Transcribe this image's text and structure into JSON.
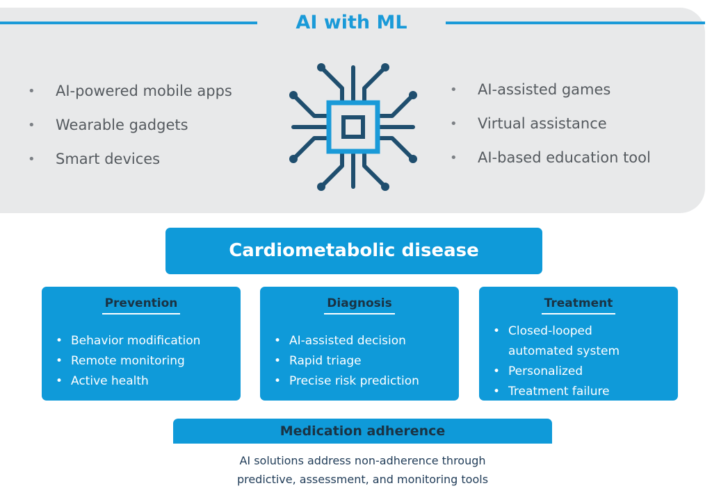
{
  "header": {
    "title": "AI with ML"
  },
  "left_items": [
    "AI-powered mobile apps",
    "Wearable gadgets",
    "Smart devices"
  ],
  "right_items": [
    "AI-assisted games",
    "Virtual assistance",
    "AI-based education tool"
  ],
  "icons": {
    "center": "chip-icon",
    "bullet": "•"
  },
  "banner": {
    "label": "Cardiometabolic disease"
  },
  "cards": {
    "prevention": {
      "title": "Prevention",
      "items": [
        "Behavior modification",
        "Remote monitoring",
        "Active health"
      ]
    },
    "diagnosis": {
      "title": "Diagnosis",
      "items": [
        "AI-assisted decision",
        "Rapid triage",
        "Precise risk prediction"
      ]
    },
    "treatment": {
      "title": "Treatment",
      "items": [
        "Closed-looped automated system",
        "Personalized",
        "Treatment failure"
      ]
    }
  },
  "medication": {
    "title": "Medication adherence",
    "lines": [
      "AI solutions address non-adherence through",
      "predictive, assessment, and monitoring tools"
    ]
  },
  "colors": {
    "accent": "#1a9ad8",
    "card": "#0f9ad9",
    "panel": "#e8e9ea",
    "chip": "#1f4e6e"
  }
}
